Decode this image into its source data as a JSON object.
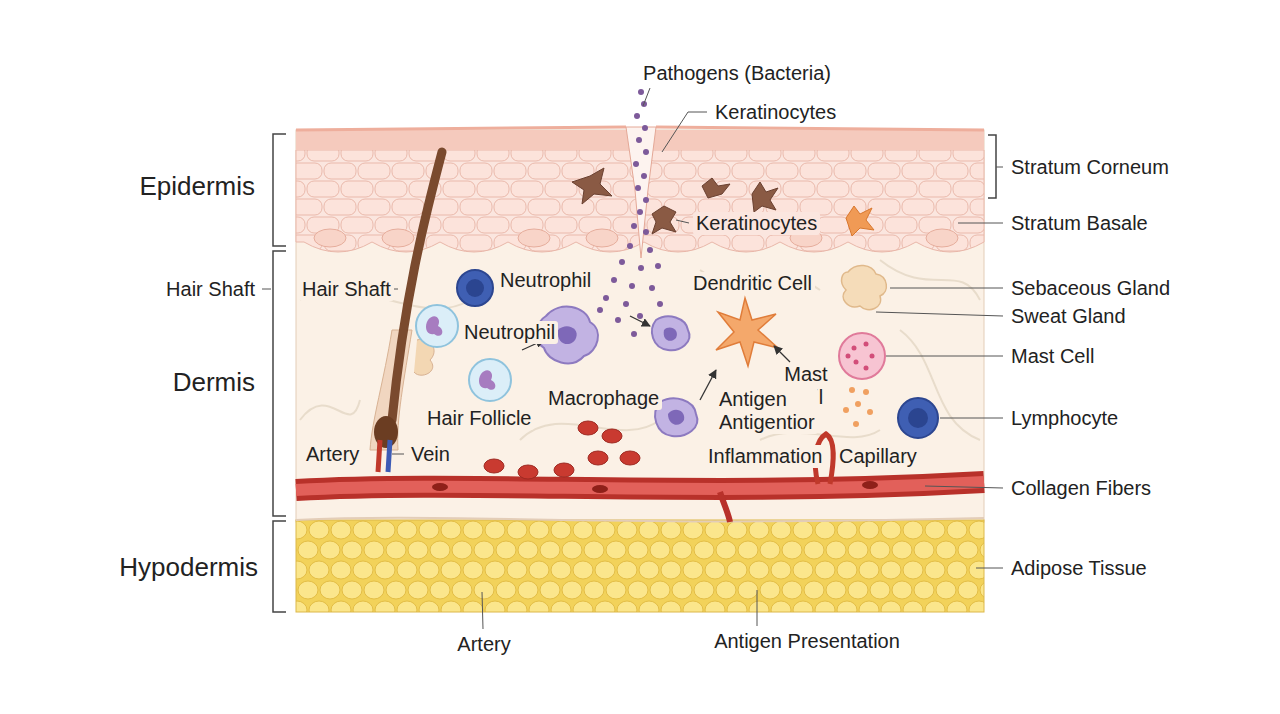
{
  "diagram": {
    "labels": [
      "Pathogens (Bacteria)",
      "Keratinocytes",
      "Epidermis",
      "Stratum Corneum",
      "Keratinocytes",
      "Stratum Basale",
      "Dendritic Cell",
      "Neutrophil",
      "Hair Shaft",
      "Hair Shaft",
      "Sebaceous Gland",
      "Sweat Gland",
      "Neutrophil",
      "Mast Cell",
      "Mast Cell",
      "Dermis",
      "Macrophage",
      "Antigen Antigentior",
      "Lymphocyte",
      "Hair Follicle",
      "Artery",
      "Vein",
      "Inflammation",
      "Capillary",
      "Collagen Fibers",
      "Hypodermis",
      "Adipose Tissue",
      "Artery",
      "Antigen Presentation"
    ]
  }
}
